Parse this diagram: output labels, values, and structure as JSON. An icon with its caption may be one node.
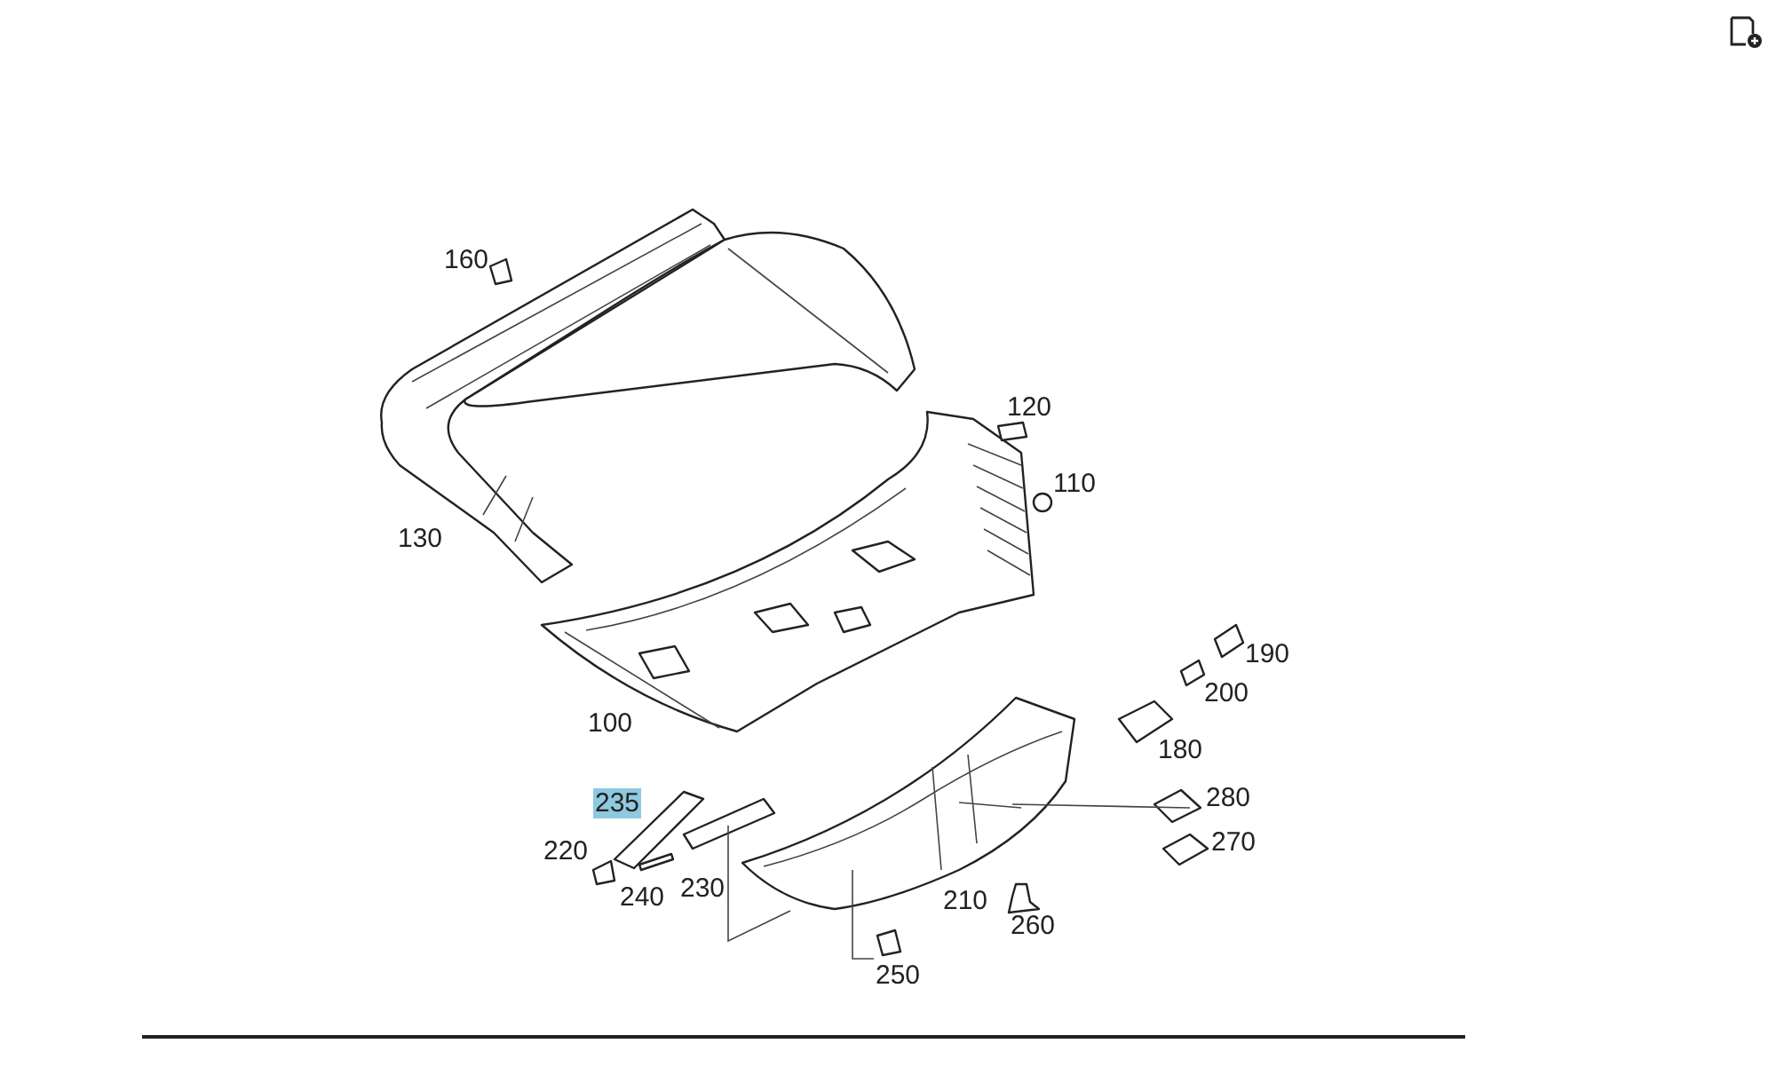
{
  "diagram": {
    "labels": [
      "160",
      "120",
      "110",
      "130",
      "190",
      "200",
      "100",
      "180",
      "235",
      "280",
      "270",
      "220",
      "240",
      "230",
      "210",
      "260",
      "250"
    ]
  }
}
